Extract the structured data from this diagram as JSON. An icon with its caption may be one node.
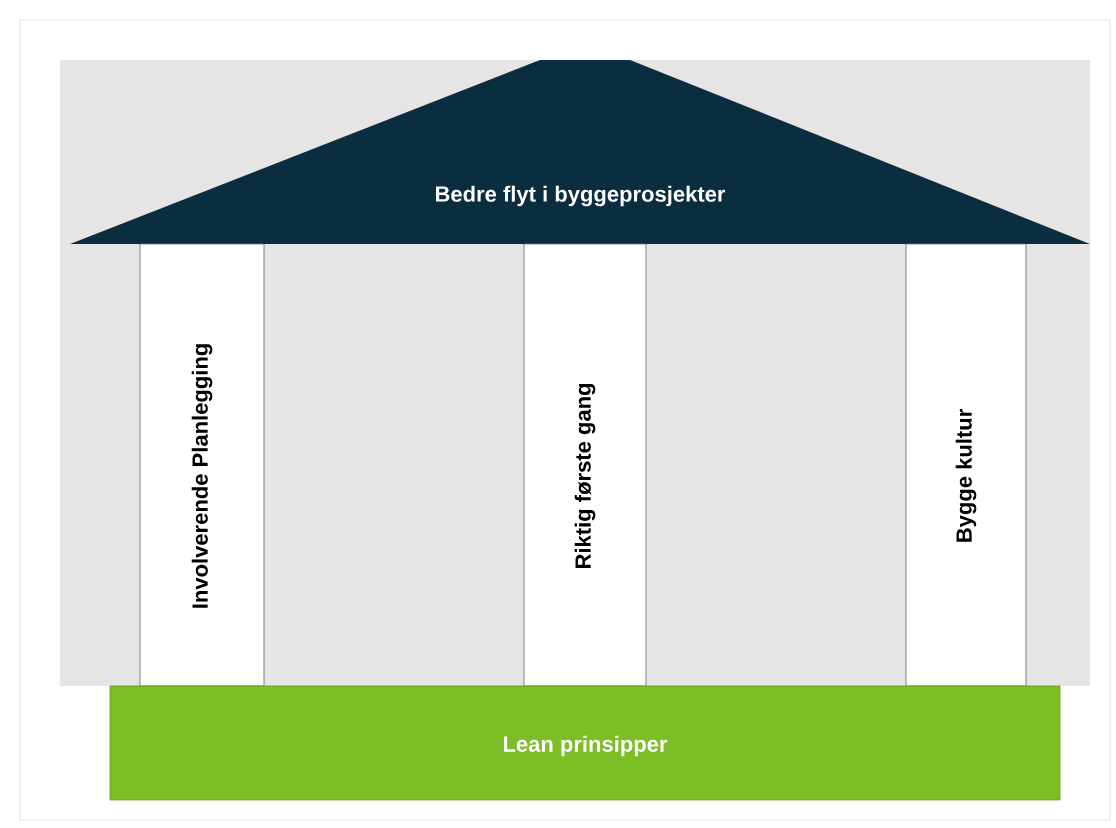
{
  "diagram": {
    "nodes": [
      {
        "text": [
          "Bedre flyt i byggeprosjekter"
        ]
      },
      {
        "text": [
          "Involverende Planlegging"
        ]
      },
      {
        "text": [
          "Riktig første gang"
        ]
      },
      {
        "text": [
          "Bygge kultur"
        ]
      },
      {
        "text": [
          "Lean prinsipper"
        ]
      }
    ]
  }
}
